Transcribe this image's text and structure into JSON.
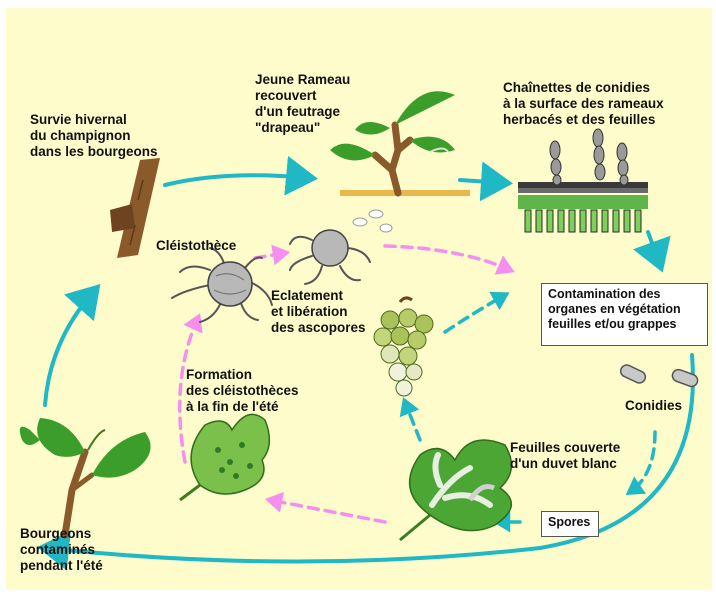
{
  "labels": {
    "survie": "Survie hivernal\ndu champignon\ndans les bourgeons",
    "rameau": "Jeune Rameau\nrecouvert\nd'un feutrage\n\"drapeau\"",
    "chainettes": "Chaînettes de conidies\nà la surface des rameaux\nherbacés et des feuilles",
    "cleistotheces": "Cléistothèce",
    "eclatement": "Eclatement\net libération\ndes ascopores",
    "formation": "Formation\ndes cléistothèces\nà la fin de l'été",
    "conidies": "Conidies",
    "feuilles": "Feuilles couverte\nd'un duvet blanc",
    "bourgeons": "Bourgeons\ncontaminés\npendant l'été"
  },
  "boxes": {
    "contamination": "Contamination des\norganes en végétation\nfeuilles et/ou grappes",
    "spores": "Spores"
  },
  "colors": {
    "background": "#fffccc",
    "cycle_arrow": "#1fb8c4",
    "ascospore_arrow": "#f48ff0",
    "leaf_green": "#3c9e2a",
    "wood_brown": "#8b5a2b"
  }
}
